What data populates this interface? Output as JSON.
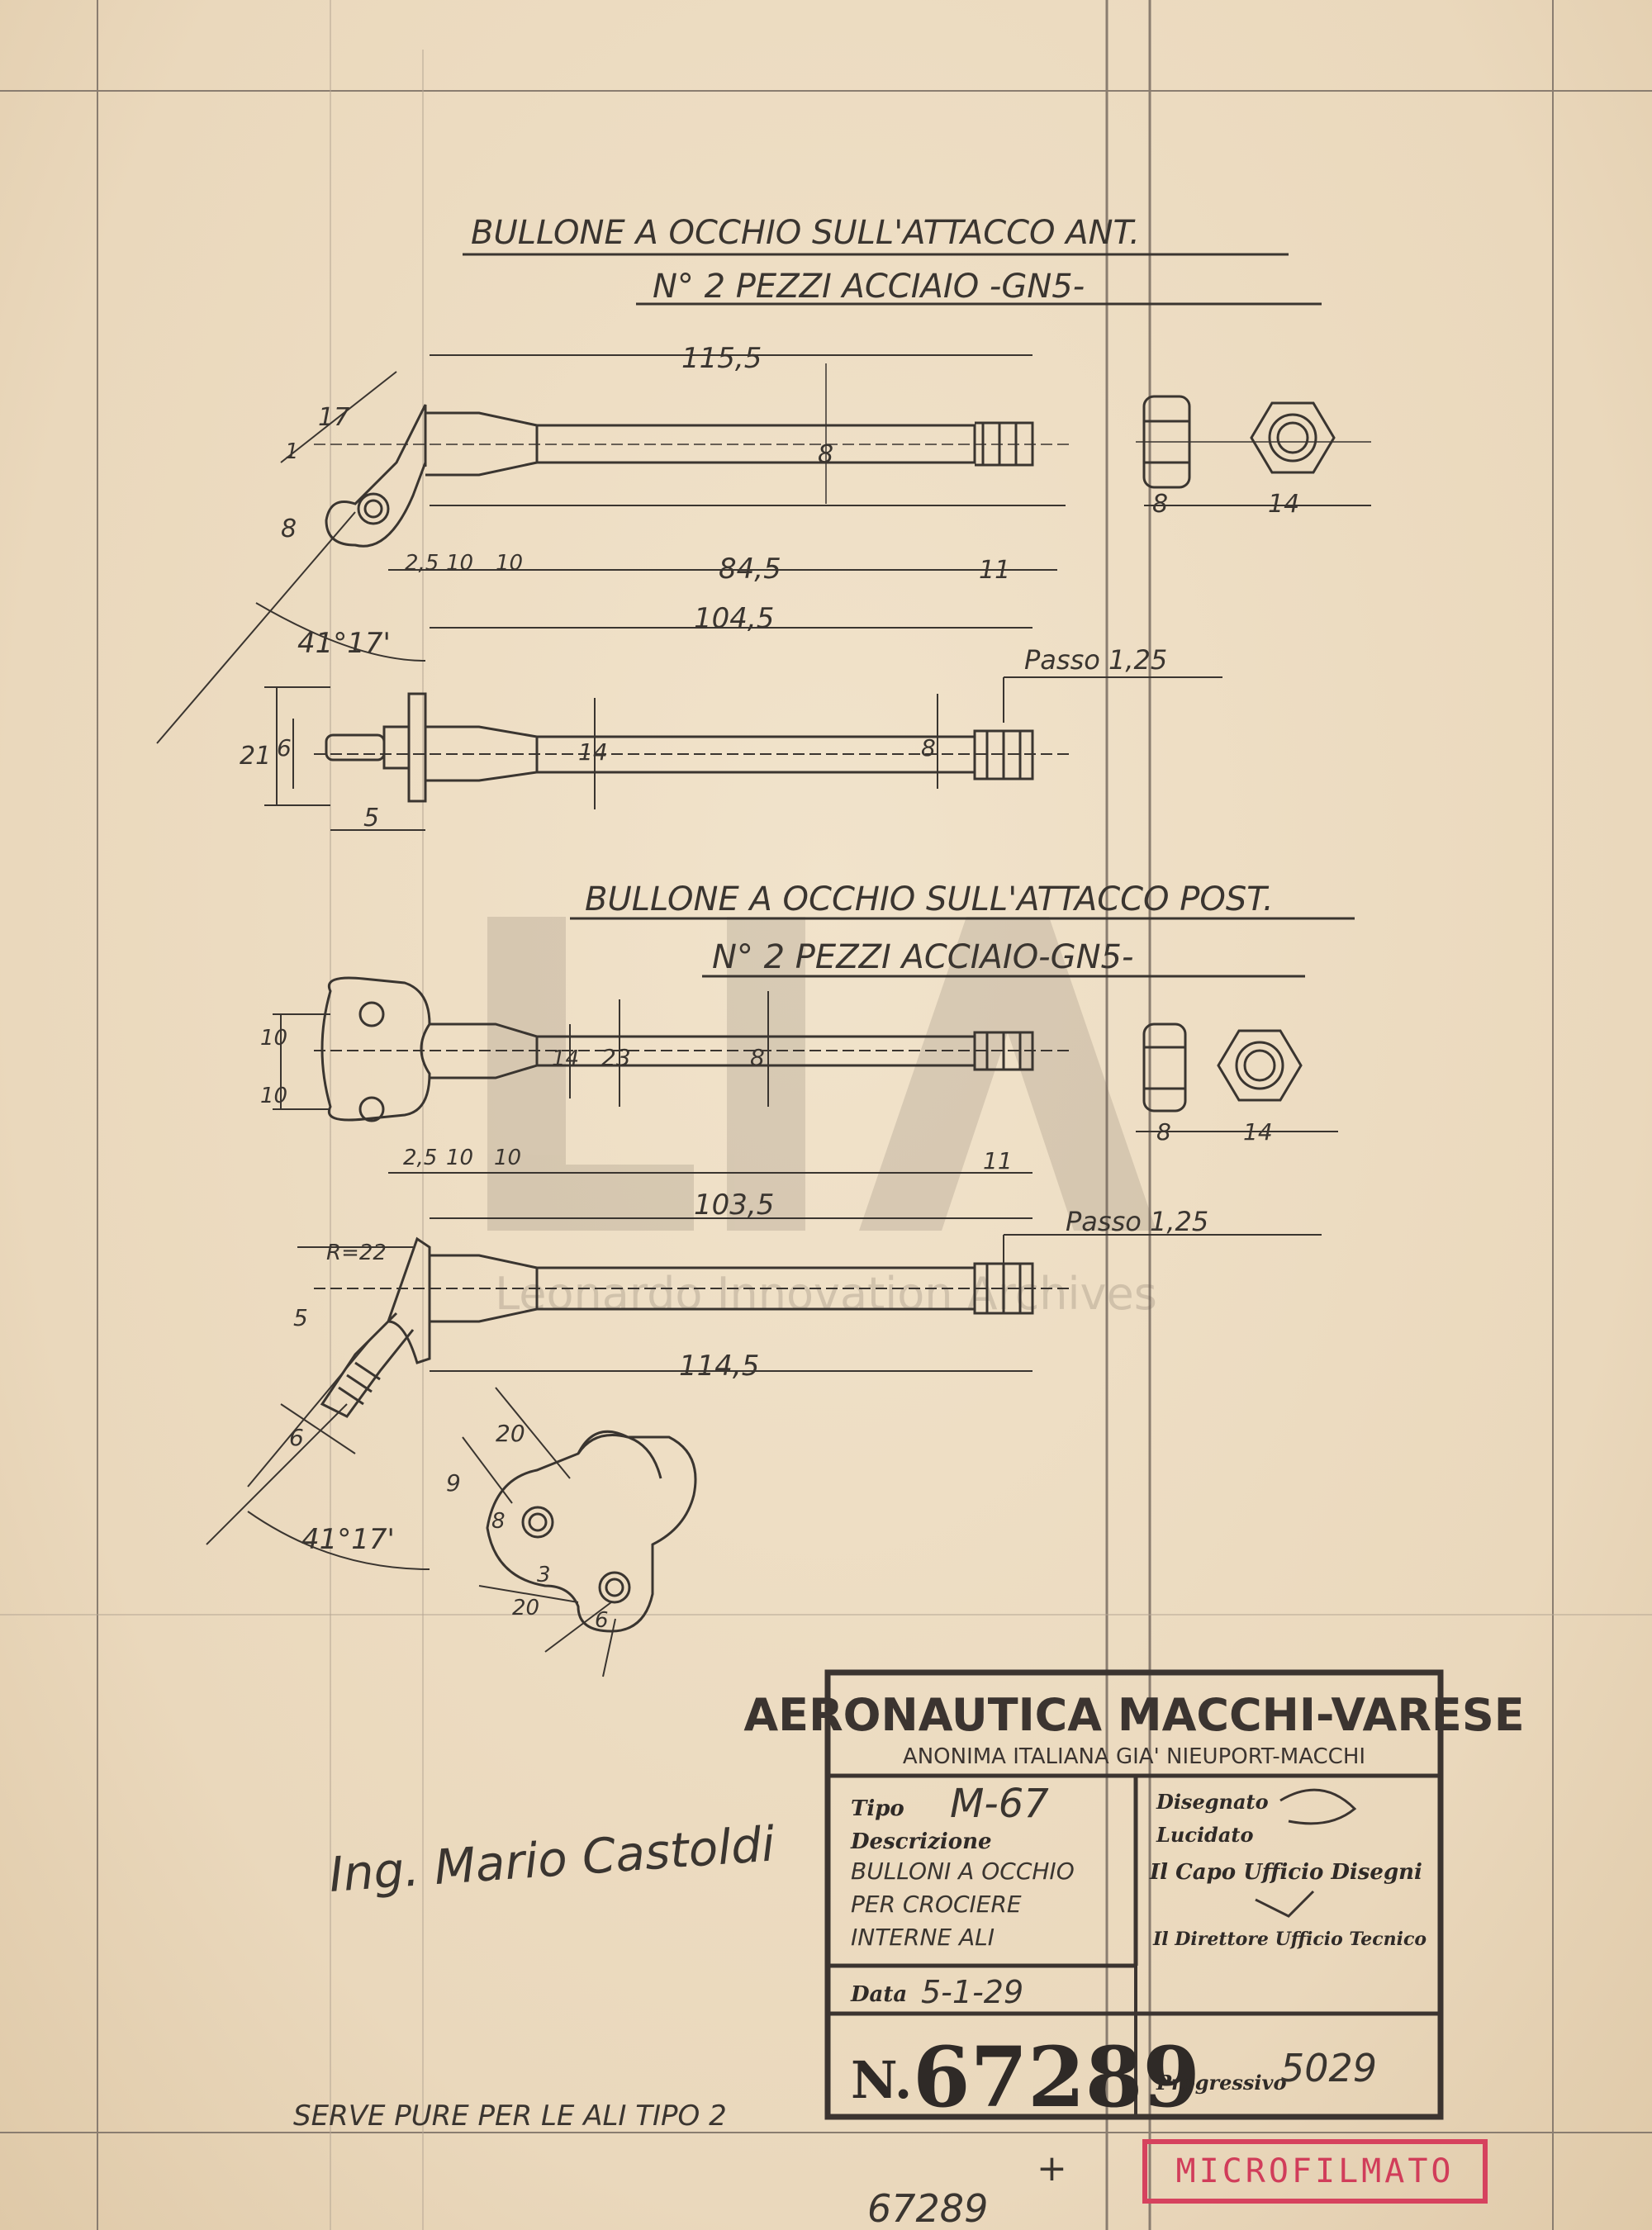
{
  "title_front": {
    "line1": "BULLONE A OCCHIO SULL'ATTACCO ANT.",
    "line2": "N° 2 PEZZI ACCIAIO -GN5-"
  },
  "title_rear": {
    "line1": "BULLONE A OCCHIO SULL'ATTACCO POST.",
    "line2": "N° 2 PEZZI ACCIAIO-GN5-"
  },
  "dims_front": {
    "overall": "115,5",
    "shank_d": "8",
    "nut_h": "8",
    "nut_w": "14",
    "eye_w": "17",
    "eye_hole": "8",
    "eye_a": "1",
    "seg1": "2,5",
    "seg2": "10",
    "seg3": "10",
    "shank_len": "84,5",
    "thread_len": "11",
    "len2": "104,5",
    "angle": "41°17'",
    "pitch": "Passo 1,25",
    "head_h": "21",
    "head_hole": "6",
    "collar_d": "14",
    "thread_d": "8",
    "head_t": "5"
  },
  "dims_rear": {
    "shank_d": "14",
    "boss_d": "23",
    "thread_d": "8",
    "lobe_top": "10",
    "lobe_bot": "10",
    "nut_h": "8",
    "nut_w": "14",
    "seg1": "2,5",
    "seg2": "10",
    "seg3": "10",
    "thread_len": "11",
    "len1": "103,5",
    "pitch": "Passo 1,25",
    "radius": "R=22",
    "len2": "114,5",
    "d5": "5",
    "d6": "6",
    "angle": "41°17'",
    "p9": "9",
    "p20a": "20",
    "p8": "8",
    "p3": "3",
    "p20b": "20",
    "p6": "6"
  },
  "title_block": {
    "company": "AERONAUTICA MACCHI-VARESE",
    "subtitle": "ANONIMA ITALIANA GIA' NIEUPORT-MACCHI",
    "tipo_label": "Tipo",
    "tipo_value": "M-67",
    "descr_label": "Descrizione",
    "descr_1": "BULLONI A OCCHIO",
    "descr_2": "PER CROCIERE",
    "descr_3": "INTERNE ALI",
    "data_label": "Data",
    "data_value": "5-1-29",
    "disegnato": "Disegnato",
    "lucidato": "Lucidato",
    "capo": "Il Capo Ufficio Disegni",
    "direttore": "Il Direttore Ufficio Tecnico",
    "num_label": "N.",
    "num_value": "67289",
    "progr_label": "Progressivo",
    "progr_value": "5029"
  },
  "signature": "Ing. Mario Castoldi",
  "footer_note": "SERVE PURE PER LE ALI TIPO 2",
  "bottom_number": "67289",
  "microfilm": "MICROFILMATO",
  "watermark": "Leonardo Innovation Archives",
  "colors": {
    "paper": "#ecdcc2",
    "ink": "#3a3530",
    "stamp_red": "#d6425e"
  }
}
